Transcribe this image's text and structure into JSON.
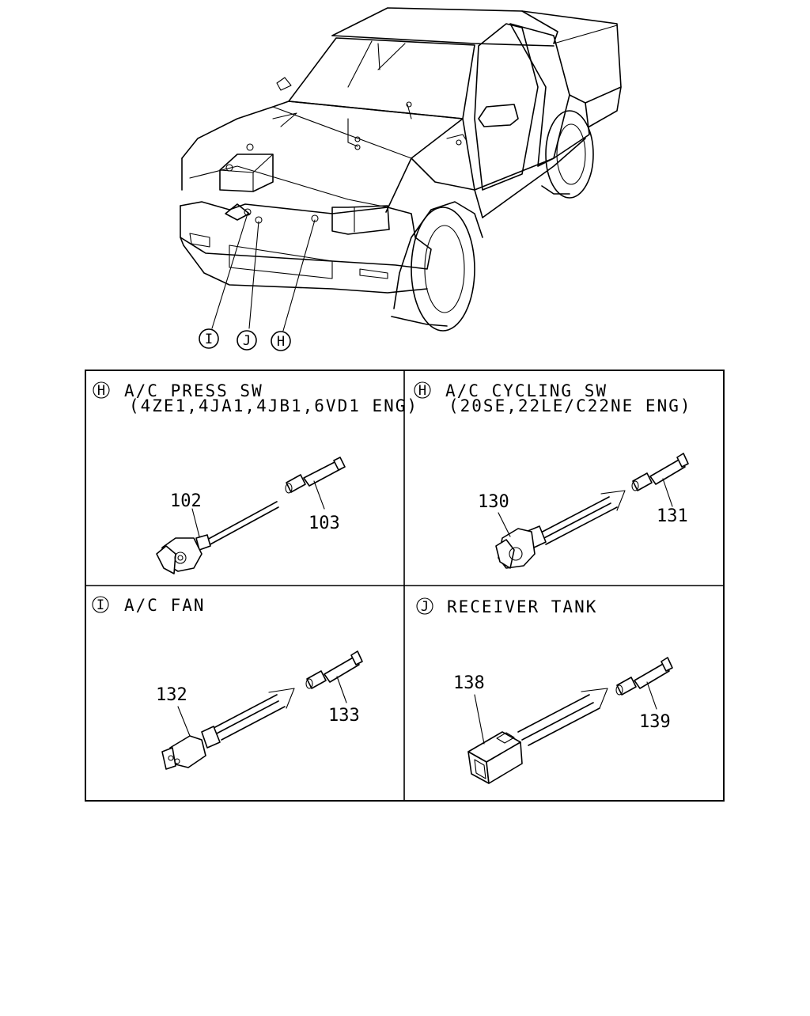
{
  "callouts": {
    "i": "I",
    "j": "J",
    "h": "H"
  },
  "panels": [
    {
      "circle": "H",
      "title": "A/C PRESS SW",
      "subtitle": "(4ZE1,4JA1,4JB1,6VD1 ENG)",
      "connector_no": "102",
      "terminal_no": "103"
    },
    {
      "circle": "H",
      "title": "A/C CYCLING SW",
      "subtitle": "(20SE,22LE/C22NE ENG)",
      "connector_no": "130",
      "terminal_no": "131"
    },
    {
      "circle": "I",
      "title": "A/C FAN",
      "subtitle": "",
      "connector_no": "132",
      "terminal_no": "133"
    },
    {
      "circle": "J",
      "title": "RECEIVER TANK",
      "subtitle": "",
      "connector_no": "138",
      "terminal_no": "139"
    }
  ]
}
